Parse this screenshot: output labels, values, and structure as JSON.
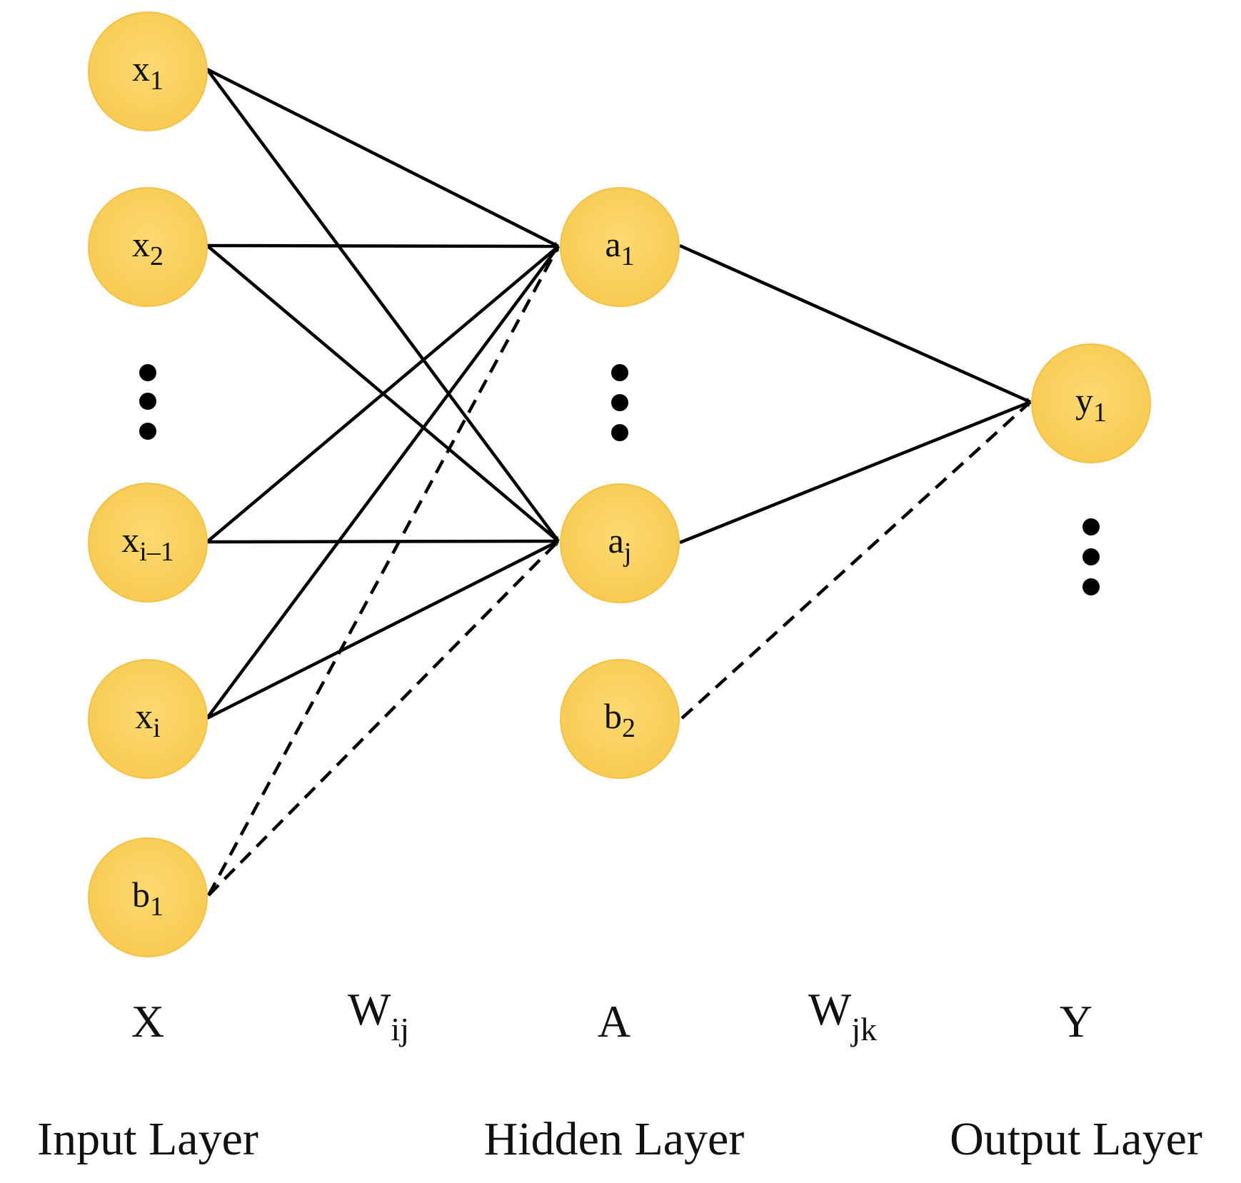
{
  "nodes": {
    "x1": {
      "base": "x",
      "sub": "1"
    },
    "x2": {
      "base": "x",
      "sub": "2"
    },
    "xi1": {
      "base": "x",
      "sub": "i–1"
    },
    "xi": {
      "base": "x",
      "sub": "i"
    },
    "b1": {
      "base": "b",
      "sub": "1"
    },
    "a1": {
      "base": "a",
      "sub": "1"
    },
    "aj": {
      "base": "a",
      "sub": "j"
    },
    "b2": {
      "base": "b",
      "sub": "2"
    },
    "y1": {
      "base": "y",
      "sub": "1"
    }
  },
  "variables": {
    "x": {
      "base": "X"
    },
    "wij": {
      "base": "W",
      "sub": "ij"
    },
    "a": {
      "base": "A"
    },
    "wjk": {
      "base": "W",
      "sub": "jk"
    },
    "y": {
      "base": "Y"
    }
  },
  "layers": {
    "input": "Input Layer",
    "hidden": "Hidden Layer",
    "output": "Output Layer"
  },
  "colors": {
    "node_fill": "#fbd35f",
    "node_stroke": "#f0c24a",
    "edge": "#000000"
  }
}
